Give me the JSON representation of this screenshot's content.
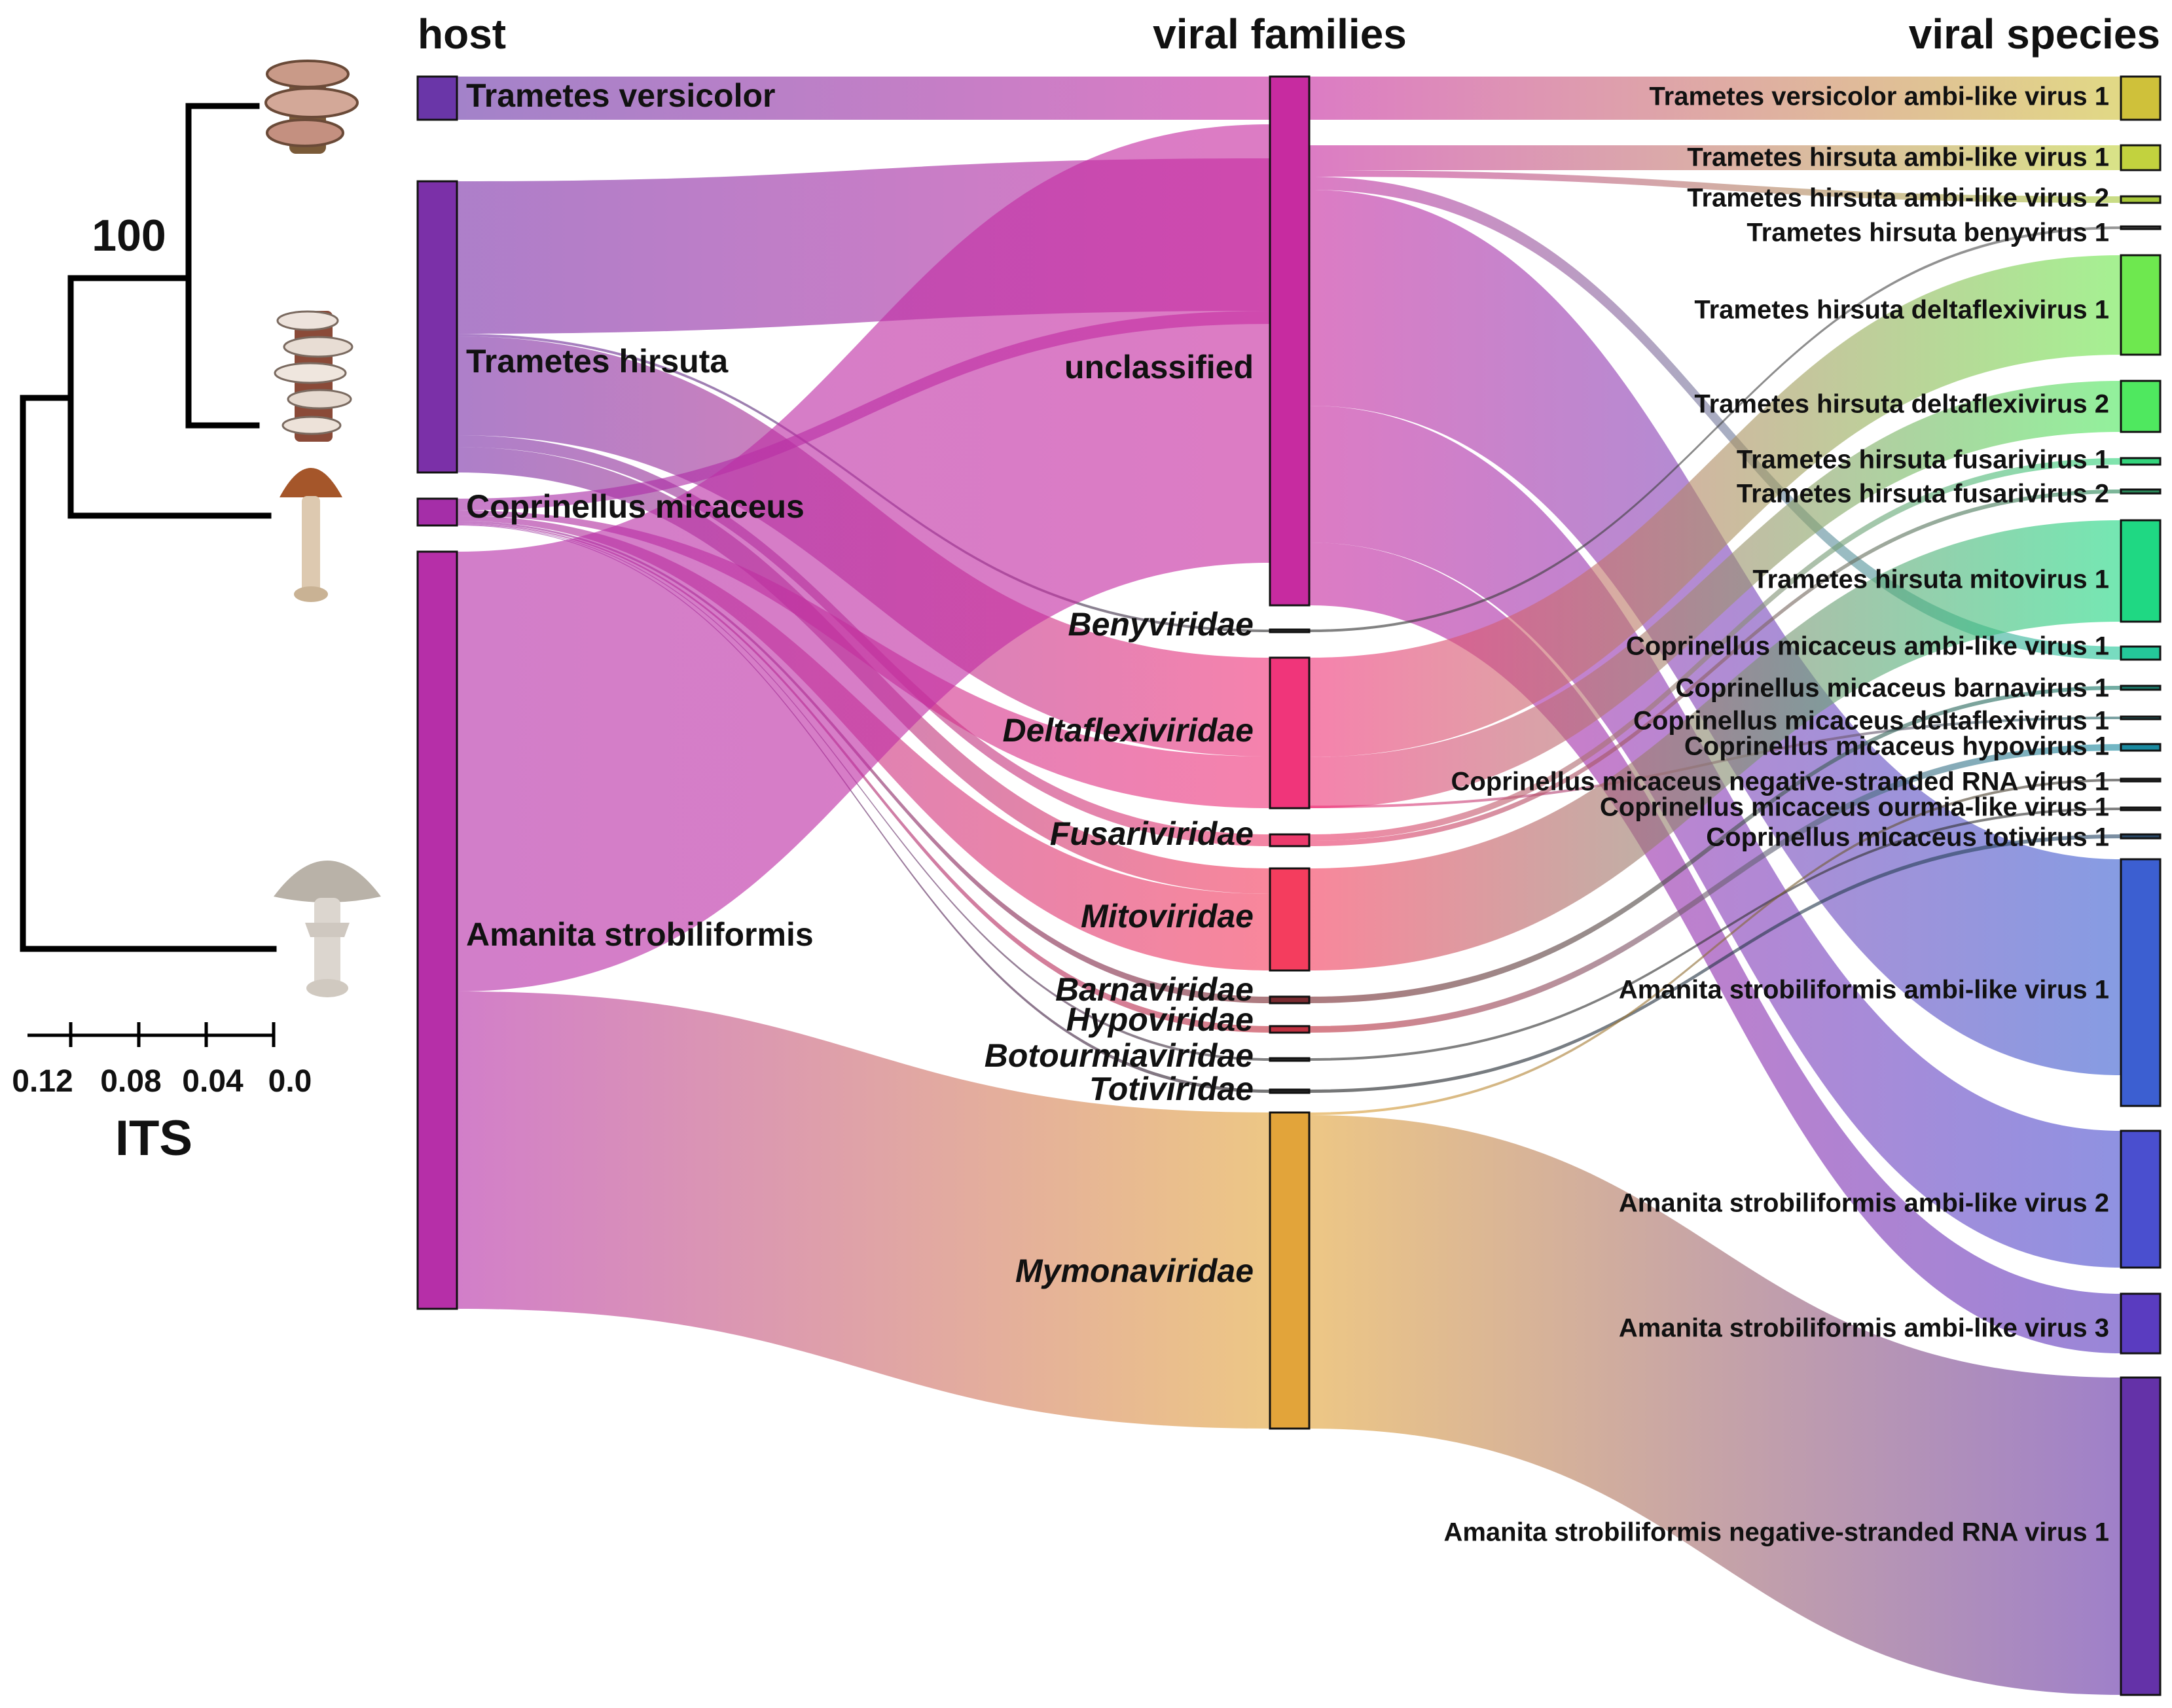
{
  "headers": {
    "host": "host",
    "families": "viral families",
    "species": "viral species"
  },
  "tree": {
    "bootstrap": "100",
    "scale_ticks": [
      "0.12",
      "0.08",
      "0.04",
      "0.0"
    ],
    "scale_label": "ITS"
  },
  "hosts": [
    {
      "id": "tv",
      "label": "Trametes versicolor",
      "color": "#6a36a8"
    },
    {
      "id": "th",
      "label": "Trametes hirsuta",
      "color": "#7b30a8"
    },
    {
      "id": "cm",
      "label": "Coprinellus micaceus",
      "color": "#a52ea8"
    },
    {
      "id": "as",
      "label": "Amanita strobiliformis",
      "color": "#b62fa8"
    }
  ],
  "families": [
    {
      "id": "unc",
      "label": "unclassified",
      "italic": false,
      "color": "#c72ba0"
    },
    {
      "id": "beny",
      "label": "Benyviridae",
      "italic": true,
      "color": "#333333"
    },
    {
      "id": "delta",
      "label": "Deltaflexiviridae",
      "italic": true,
      "color": "#f0357a"
    },
    {
      "id": "fus",
      "label": "Fusariviridae",
      "italic": true,
      "color": "#ec3a6c"
    },
    {
      "id": "mito",
      "label": "Mitoviridae",
      "italic": true,
      "color": "#f43d5e"
    },
    {
      "id": "barna",
      "label": "Barnaviridae",
      "italic": true,
      "color": "#7a2a30"
    },
    {
      "id": "hypo",
      "label": "Hypoviridae",
      "italic": true,
      "color": "#c03040"
    },
    {
      "id": "boto",
      "label": "Botourmiaviridae",
      "italic": true,
      "color": "#333333"
    },
    {
      "id": "toti",
      "label": "Totiviridae",
      "italic": true,
      "color": "#222222"
    },
    {
      "id": "mymo",
      "label": "Mymonaviridae",
      "italic": true,
      "color": "#e2a43a"
    }
  ],
  "species": [
    {
      "id": "s1",
      "label": "Trametes versicolor ambi-like virus 1",
      "color": "#cfc13a"
    },
    {
      "id": "s2",
      "label": "Trametes hirsuta ambi-like virus 1",
      "color": "#c2d23e"
    },
    {
      "id": "s3",
      "label": "Trametes hirsuta ambi-like virus 2",
      "color": "#a8c83a"
    },
    {
      "id": "s4",
      "label": "Trametes hirsuta benyvirus 1",
      "color": "#555555"
    },
    {
      "id": "s5",
      "label": "Trametes hirsuta deltaflexivirus 1",
      "color": "#6ee84f"
    },
    {
      "id": "s6",
      "label": "Trametes hirsuta deltaflexivirus 2",
      "color": "#4fe85f"
    },
    {
      "id": "s7",
      "label": "Trametes hirsuta fusarivirus 1",
      "color": "#33d47c"
    },
    {
      "id": "s8",
      "label": "Trametes hirsuta fusarivirus 2",
      "color": "#2a8a5a"
    },
    {
      "id": "s9",
      "label": "Trametes hirsuta mitovirus 1",
      "color": "#1fd883"
    },
    {
      "id": "s10",
      "label": "Coprinellus micaceus ambi-like virus 1",
      "color": "#24c89a"
    },
    {
      "id": "s11",
      "label": "Coprinellus micaceus barnavirus 1",
      "color": "#1a7a6a"
    },
    {
      "id": "s12",
      "label": "Coprinellus micaceus deltaflexivirus 1",
      "color": "#2a6a6a"
    },
    {
      "id": "s13",
      "label": "Coprinellus micaceus hypovirus 1",
      "color": "#1a8aa0"
    },
    {
      "id": "s14",
      "label": "Coprinellus micaceus negative-stranded RNA virus 1",
      "color": "#333333"
    },
    {
      "id": "s15",
      "label": "Coprinellus micaceus ourmia-like virus 1",
      "color": "#333333"
    },
    {
      "id": "s16",
      "label": "Coprinellus micaceus totivirus 1",
      "color": "#2a4a6a"
    },
    {
      "id": "s17",
      "label": "Amanita strobiliformis ambi-like virus 1",
      "color": "#3c5fd1"
    },
    {
      "id": "s18",
      "label": "Amanita strobiliformis ambi-like virus 2",
      "color": "#4a4fcf"
    },
    {
      "id": "s19",
      "label": "Amanita strobiliformis ambi-like virus 3",
      "color": "#5a3cc0"
    },
    {
      "id": "s20",
      "label": "Amanita strobiliformis negative-stranded RNA virus 1",
      "color": "#6432a8"
    }
  ]
}
